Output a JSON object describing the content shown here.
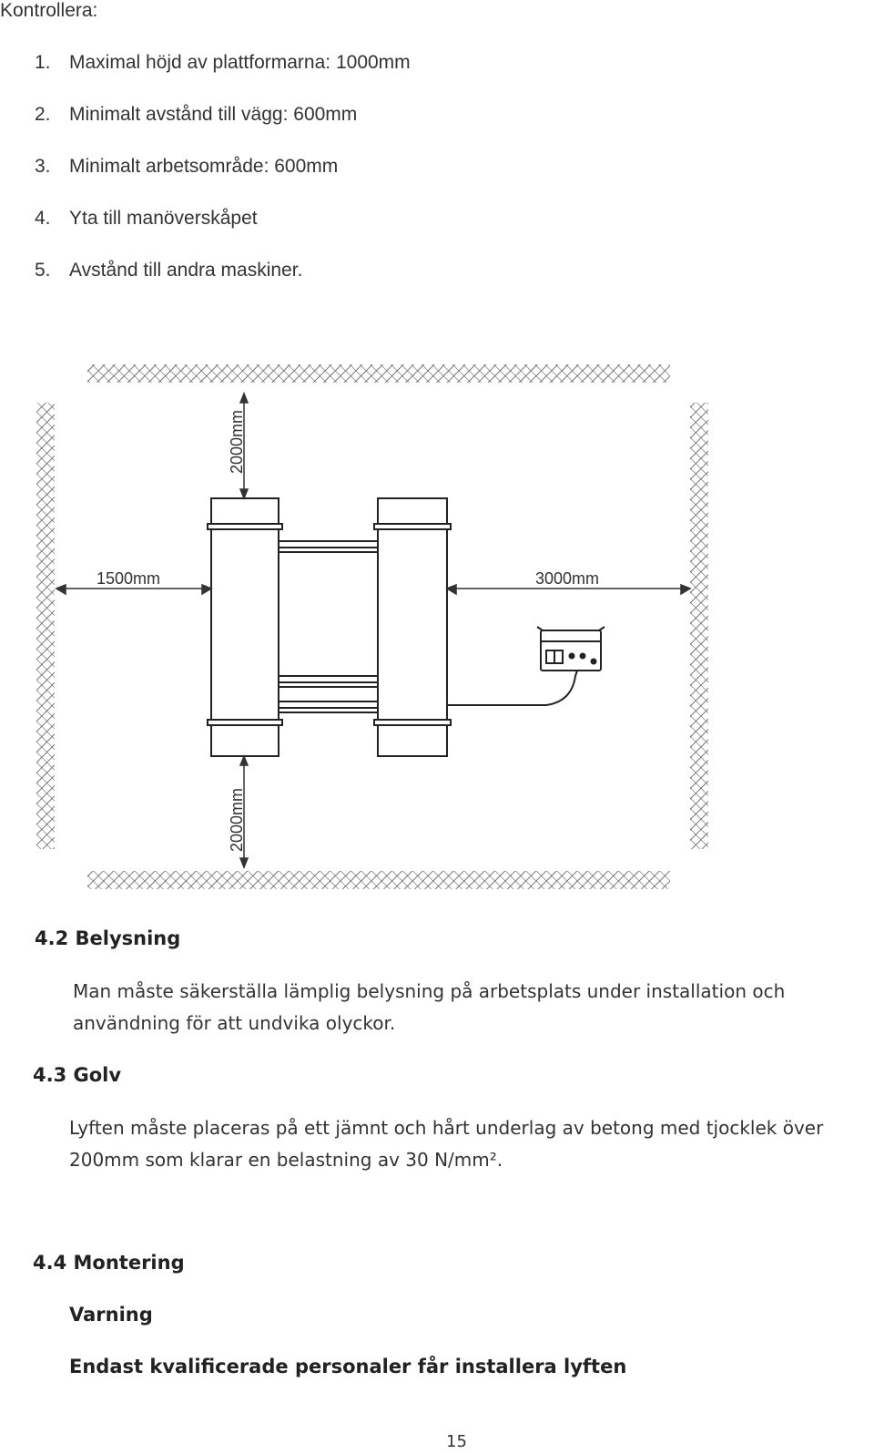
{
  "intro": {
    "title": "Kontrollera:"
  },
  "check_items": [
    {
      "num": "1.",
      "text": "Maximal höjd av plattformarna: 1000mm"
    },
    {
      "num": "2.",
      "text": "Minimalt avstånd till vägg: 600mm"
    },
    {
      "num": "3.",
      "text": "Minimalt arbetsområde: 600mm"
    },
    {
      "num": "4.",
      "text": "Yta till manöverskåpet"
    },
    {
      "num": "5.",
      "text": "Avstånd till andra maskiner."
    }
  ],
  "diagram": {
    "dim_top": "2000mm",
    "dim_bottom": "2000mm",
    "dim_left": "1500mm",
    "dim_right": "3000mm"
  },
  "section_42": {
    "heading": "4.2 Belysning",
    "body": "Man måste säkerställa lämplig belysning på arbetsplats under installation och användning för att undvika olyckor."
  },
  "section_43": {
    "heading": "4.3 Golv",
    "body": "Lyften måste placeras på ett jämnt och hårt underlag av betong med tjocklek över 200mm som klarar en belastning av 30 N/mm²."
  },
  "section_44": {
    "heading": "4.4 Montering",
    "warning_label": "Varning",
    "warning_text": "Endast kvalificerade personaler får installera lyften"
  },
  "footer": {
    "page_number": "15"
  }
}
